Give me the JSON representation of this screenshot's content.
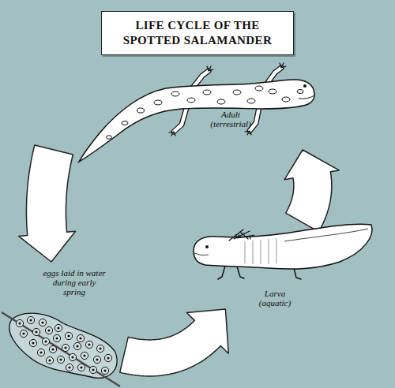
{
  "diagram": {
    "title": "LIFE CYCLE OF THE SPOTTED SALAMANDER",
    "nodes": [
      {
        "text": [
          "Adult",
          "(terrestrial)"
        ]
      },
      {
        "text": [
          "eggs laid in water during early spring"
        ]
      },
      {
        "text": [
          "Larva",
          "(aquatic)"
        ]
      }
    ],
    "edges": [
      {
        "from": 0,
        "to": 1,
        "arrow": "to"
      },
      {
        "from": 1,
        "to": 2,
        "arrow": "to"
      },
      {
        "from": 2,
        "to": 0,
        "arrow": "to"
      }
    ]
  }
}
